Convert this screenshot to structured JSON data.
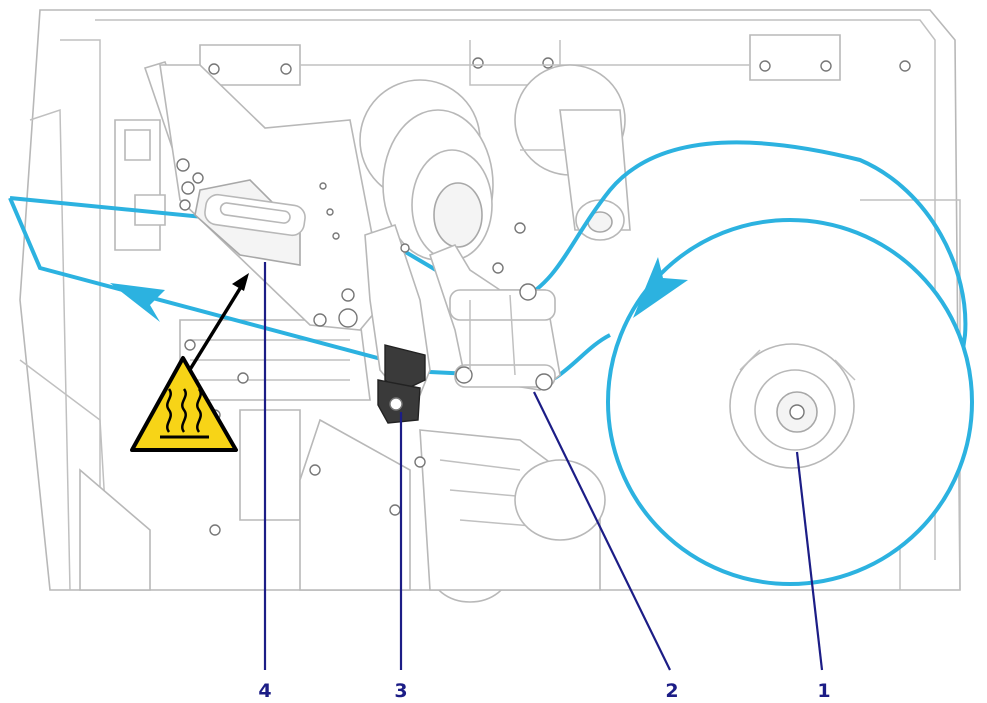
{
  "callouts": [
    {
      "id": "4",
      "label": "4"
    },
    {
      "id": "3",
      "label": "3"
    },
    {
      "id": "2",
      "label": "2"
    },
    {
      "id": "1",
      "label": "1"
    }
  ],
  "icons": {
    "hot_surface": "hot-surface-warning-icon",
    "media_direction": "arrow-icon"
  },
  "colors": {
    "media_path": "#2cb2e0",
    "callout": "#1c1d86",
    "warning_fill": "#f7d417",
    "warning_border": "#000000",
    "mechanism_outline": "#b8b8b8"
  }
}
